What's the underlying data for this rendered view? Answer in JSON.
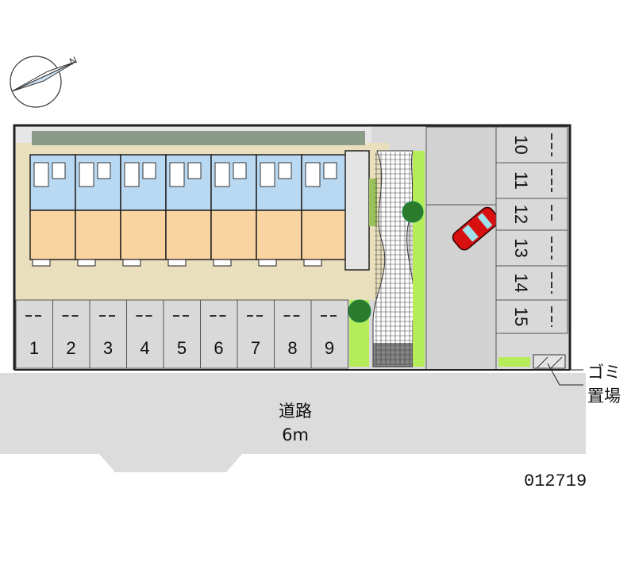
{
  "road": {
    "label": "道路",
    "width": "6m"
  },
  "garbage": {
    "line1": "ゴミ",
    "line2": "置場"
  },
  "property_code": "012719",
  "parking_front": [
    "1",
    "2",
    "3",
    "4",
    "5",
    "6",
    "7",
    "8",
    "9"
  ],
  "parking_side": [
    "10",
    "11",
    "12",
    "13",
    "14",
    "15"
  ],
  "unit_count": 7,
  "colors": {
    "road": "#dcdcdc",
    "lot": "#d9d9d9",
    "tan": "#e9dfbd",
    "room": "#f9d3a0",
    "wet": "#b9d8f2",
    "green": "#b4ec5a",
    "car": "#d81010"
  }
}
